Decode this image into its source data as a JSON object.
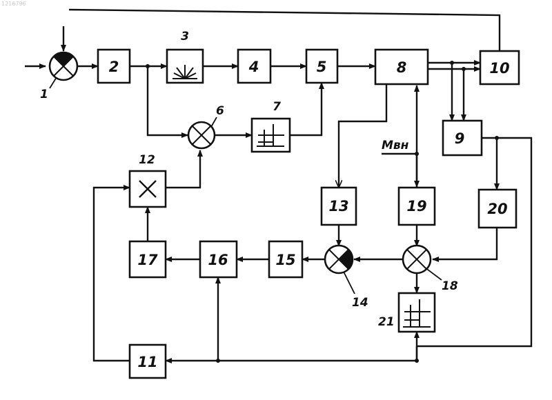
{
  "corner_text": "1216796",
  "input_label": "Мвн",
  "blocks": {
    "b2": "2",
    "b3": "3",
    "b4": "4",
    "b5": "5",
    "b8": "8",
    "b10": "10",
    "b7": "7",
    "b9": "9",
    "b13": "13",
    "b19": "19",
    "b20": "20",
    "b15": "15",
    "b16": "16",
    "b17": "17",
    "b11": "11",
    "b21": "21"
  },
  "nodes": {
    "n1": "1",
    "n6": "6",
    "n12": "12",
    "n14": "14",
    "n18": "18"
  }
}
